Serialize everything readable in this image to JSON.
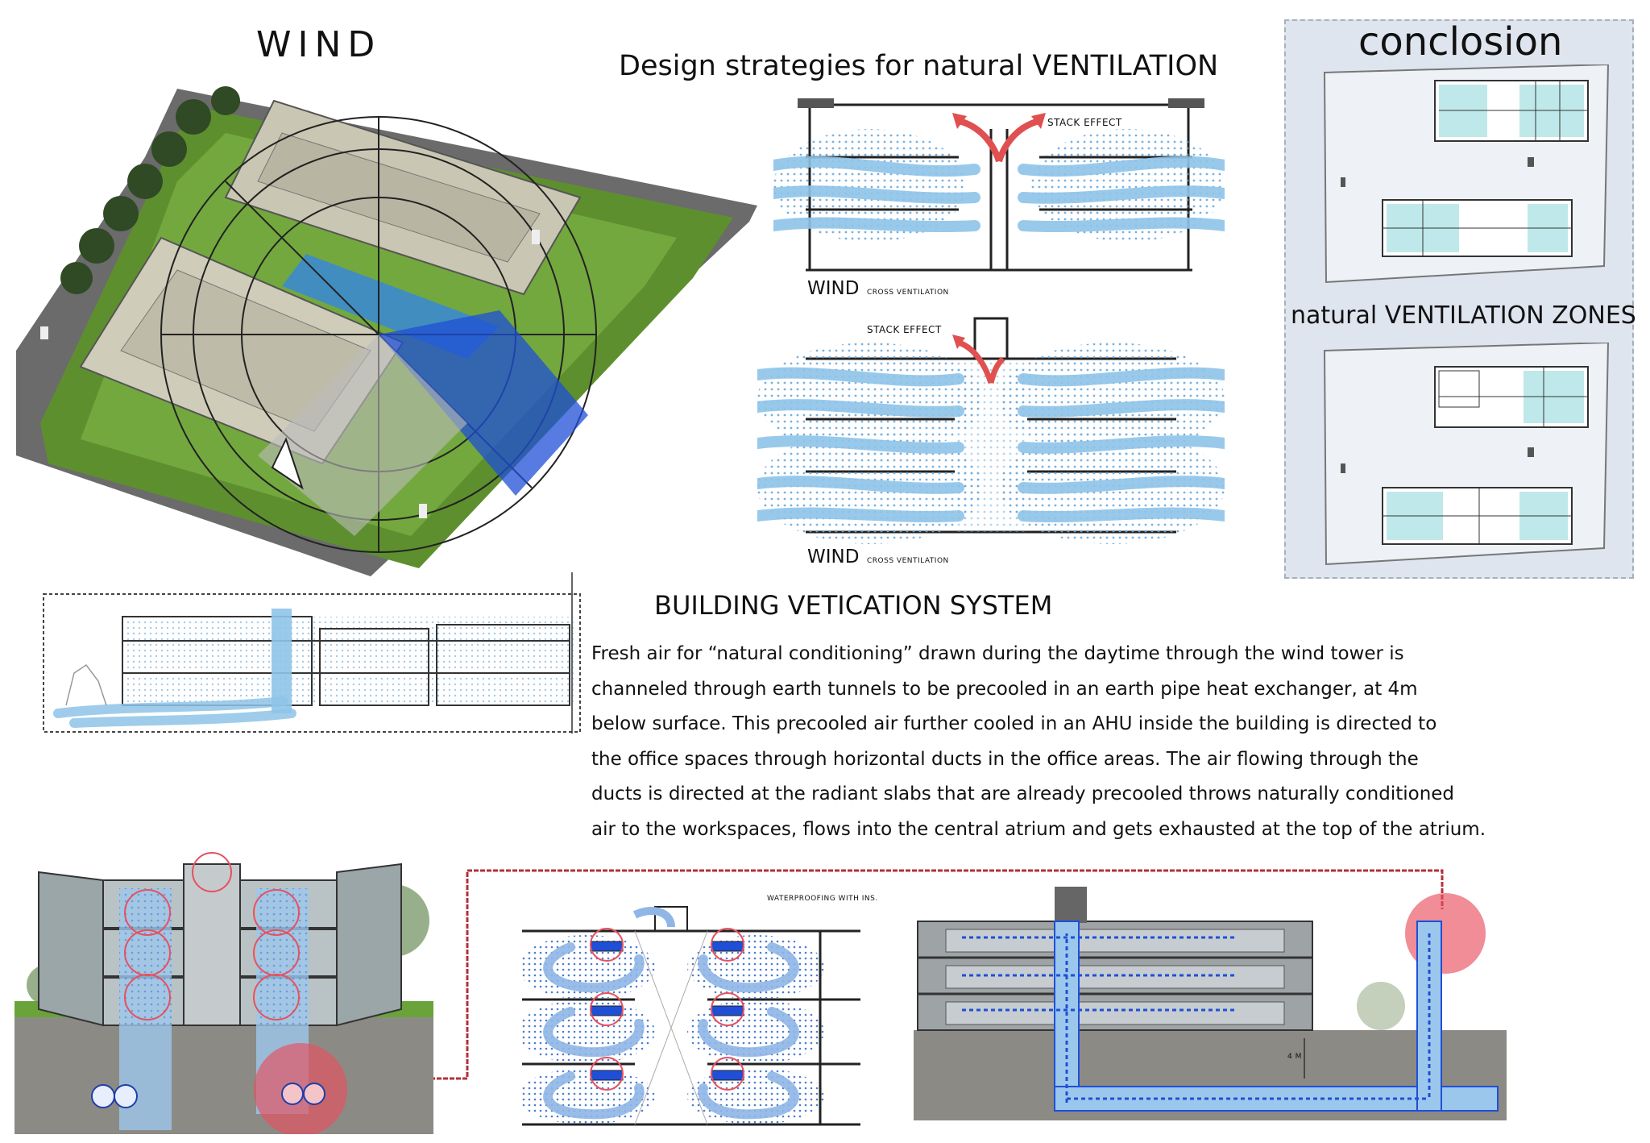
{
  "titles": {
    "wind": "WIND",
    "design_strategies": "Design strategies for natural VENTILATION",
    "building_system": "BUILDING VETICATION SYSTEM",
    "conclusion": "conclosion",
    "zones": "natural VENTILATION ZONES"
  },
  "section_labels": {
    "stack_effect_1": "STACK EFFECT",
    "wind_1": "WIND",
    "cross_vent_1": "CROSS VENTILATION",
    "stack_effect_2": "STACK EFFECT",
    "wind_2": "WIND",
    "cross_vent_2": "CROSS VENTILATION"
  },
  "paragraph": [
    "Fresh air for “natural conditioning” drawn during the daytime through the wind tower is",
    "channeled through earth tunnels to be precooled in an earth pipe heat exchanger, at 4m",
    "below surface. This precooled air further cooled in an AHU inside the building is directed to",
    "the office spaces through horizontal ducts in the office areas. The air flowing through the",
    "ducts is directed at the radiant slabs that are already precooled throws naturally conditioned",
    "air to the workspaces, flows into the central atrium and gets exhausted at the top of the atrium."
  ],
  "detail_labels": {
    "waterproofing": "WATERPROOFING WITH INS.",
    "depth": "4 M"
  },
  "colors": {
    "air_blue": "#8fc4e8",
    "duct_blue": "#1f4fd6",
    "highlight_red": "#e8505e",
    "grass": "#6aa33a",
    "plan_cyan": "#bfe8ea",
    "panel_bg": "#dfe5ef"
  }
}
